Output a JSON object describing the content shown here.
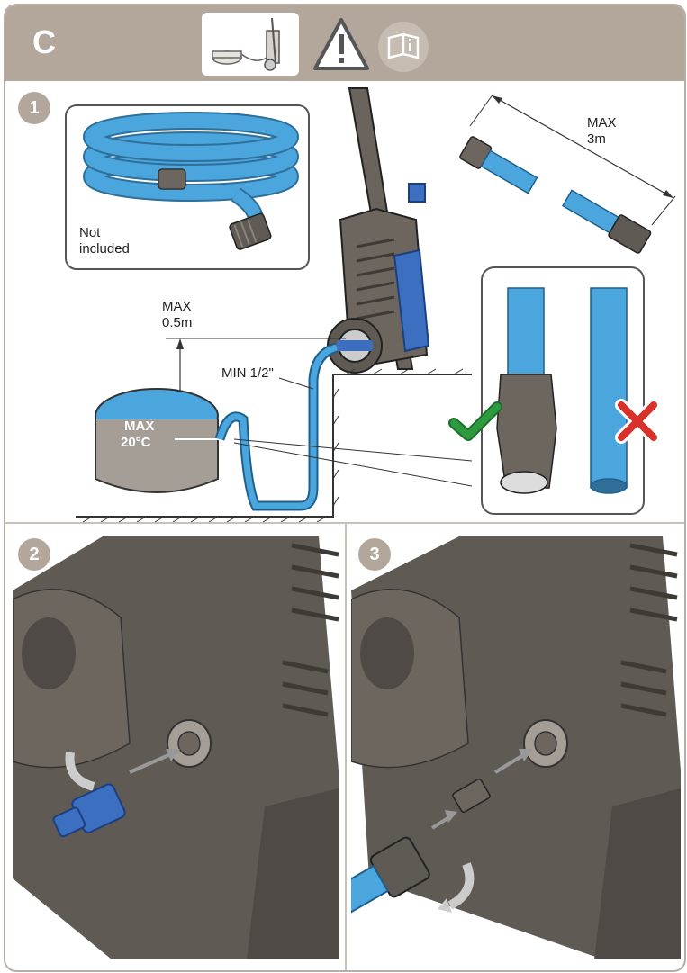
{
  "header": {
    "section_letter": "C",
    "icons": [
      "pressure-washer-thumbnail-icon",
      "warning-triangle-icon",
      "read-manual-icon"
    ]
  },
  "step1": {
    "number": "1",
    "hose_box_label_line1": "Not",
    "hose_box_label_line2": "included",
    "max_length_line1": "MAX",
    "max_length_line2": "3m",
    "max_height_line1": "MAX",
    "max_height_line2": "0.5m",
    "min_diameter": "MIN 1/2\"",
    "max_temp_line1": "MAX",
    "max_temp_line2": "20°C",
    "correct_icon": "check-icon",
    "wrong_icon": "cross-icon"
  },
  "step2": {
    "number": "2"
  },
  "step3": {
    "number": "3"
  },
  "colors": {
    "header_bg": "#b3a79c",
    "hose_blue": "#4aa6dc",
    "machine_gray": "#5f5a54",
    "check_green": "#2e9a3e",
    "cross_red": "#d9302a"
  }
}
